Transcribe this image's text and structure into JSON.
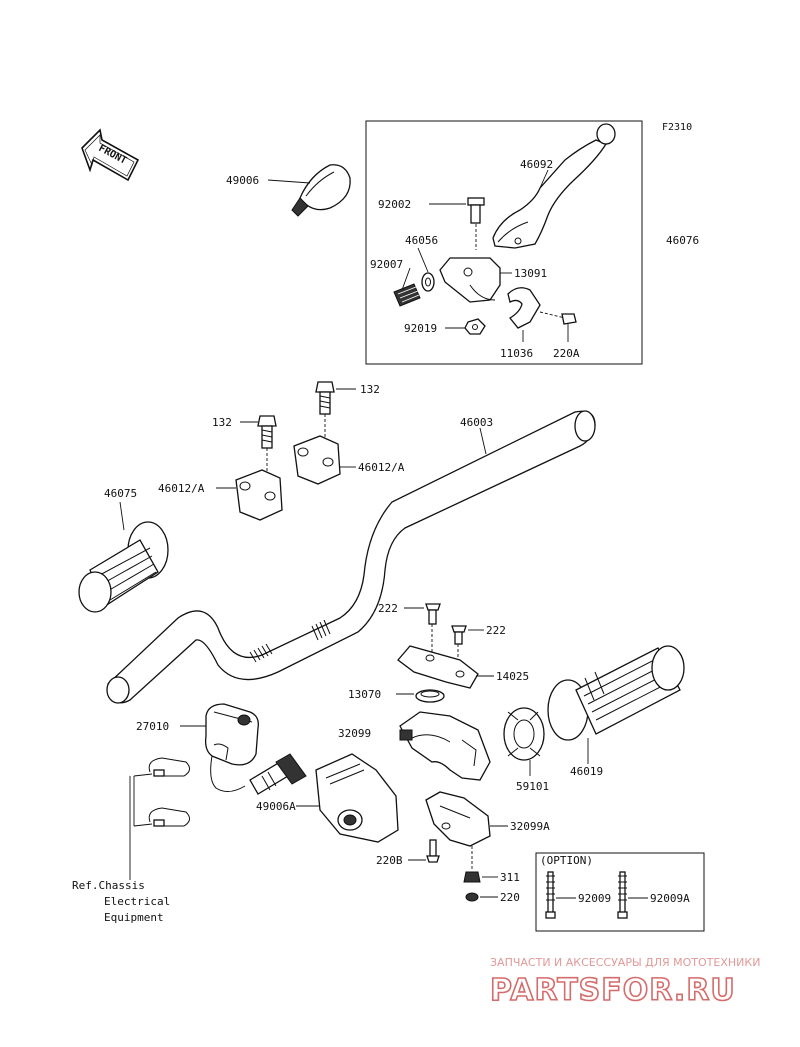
{
  "diagram": {
    "code": "F2310",
    "front_label": "FRONT",
    "parts": {
      "p49006": "49006",
      "p46092": "46092",
      "p92002": "92002",
      "p46056": "46056",
      "p92007": "92007",
      "p13091": "13091",
      "p92019": "92019",
      "p11036": "11036",
      "p220A": "220A",
      "p46076": "46076",
      "p132a": "132",
      "p132b": "132",
      "p46003": "46003",
      "p46012Aa": "46012/A",
      "p46012Ab": "46012/A",
      "p46075": "46075",
      "p222a": "222",
      "p222b": "222",
      "p14025": "14025",
      "p13070": "13070",
      "p27010": "27010",
      "p32099": "32099",
      "p59101": "59101",
      "p46019": "46019",
      "p49006A": "49006A",
      "p32099A": "32099A",
      "p220B": "220B",
      "p311": "311",
      "p220": "220",
      "p92009": "92009",
      "p92009A": "92009A"
    },
    "option_label": "(OPTION)",
    "ref_lines": [
      "Ref.Chassis",
      "Electrical",
      "Equipment"
    ]
  },
  "watermark": {
    "tagline": "ЗАПЧАСТИ И АКСЕССУАРЫ ДЛЯ МОТОТЕХНИКИ",
    "brand": "PARTSFOR.RU"
  }
}
